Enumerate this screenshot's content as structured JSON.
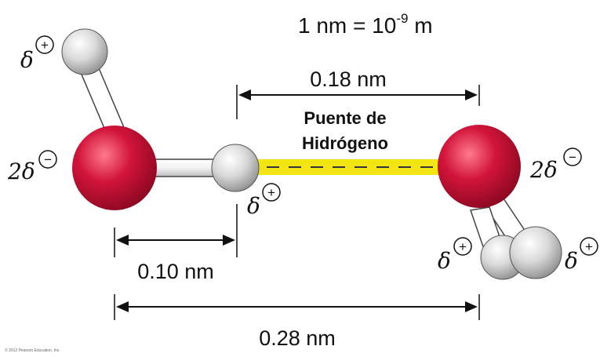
{
  "scale_note": {
    "base": "1 nm = 10",
    "exponent": "-9",
    "unit": " m"
  },
  "distances": {
    "hbond_length": "0.18 nm",
    "oh_bond_length": "0.10 nm",
    "o_o_distance": "0.28 nm"
  },
  "hbond_label": {
    "line1": "Puente de",
    "line2": "Hidrógeno"
  },
  "charges": {
    "delta": "δ",
    "double_delta": "2δ",
    "plus": "+",
    "minus": "−"
  },
  "colors": {
    "oxygen": "#d2143a",
    "hydrogen": "#d9d9d9",
    "hbond": "#f3e514"
  },
  "copyright": "© 2012 Pearson Education, Inc."
}
